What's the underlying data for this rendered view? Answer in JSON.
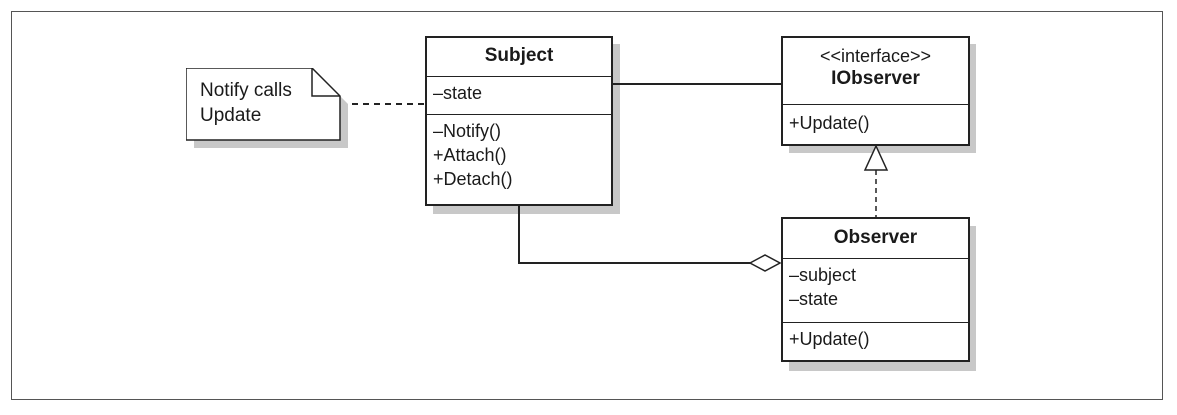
{
  "diagram": {
    "note": {
      "lines": [
        "Notify calls",
        "Update"
      ]
    },
    "subject": {
      "name": "Subject",
      "attributes": [
        "–state"
      ],
      "operations": [
        "–Notify()",
        "+Attach()",
        "+Detach()"
      ]
    },
    "iobserver": {
      "stereotype": "<<interface>>",
      "name": "IObserver",
      "operations": [
        "+Update()"
      ]
    },
    "observer": {
      "name": "Observer",
      "attributes": [
        "–subject",
        "–state"
      ],
      "operations": [
        "+Update()"
      ]
    }
  },
  "colors": {
    "line": "#222222",
    "shadow": "#c8c8c8",
    "background": "#ffffff"
  }
}
